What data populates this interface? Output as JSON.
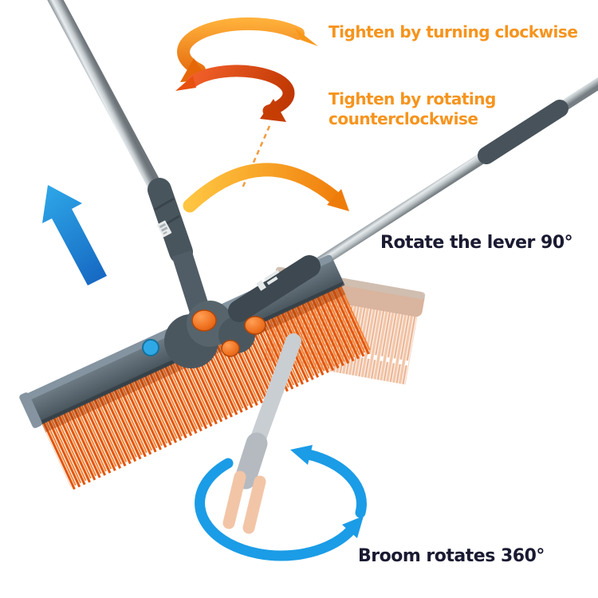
{
  "scene": {
    "type": "product-instruction-image",
    "subject": "rotating cleaning broom with telescopic handle",
    "background": "#ffffff"
  },
  "labels": {
    "tighten_clockwise": "Tighten by turning clockwise",
    "tighten_ccw_line1": "Tighten by rotating",
    "tighten_ccw_line2": "counterclockwise",
    "rotate_lever": "Rotate the lever 90°",
    "broom_rotates": "Broom rotates 360°"
  },
  "colors": {
    "accent_orange_text": "#F6941D",
    "dark_text": "#1A1A32",
    "swirl_orange": "#F59B26",
    "swirl_red": "#E04A0B",
    "curve_arrow_gradient": [
      "#FFC642",
      "#EF7B09"
    ],
    "straight_arrow_blue": [
      "#2EA7E8",
      "#1565C0"
    ],
    "rotation_arrow_blue": "#1B9CE6",
    "bristles": "#E2560C",
    "broom_body": "#4A565E",
    "ghost_peach": "#F3C4A4",
    "pole_silver": "#C3CACD"
  },
  "icons": {
    "clockwise_swirl_arrow": "3d ribbon loop arrow (orange)",
    "counterclockwise_swirl_arrow": "3d ribbon loop arrow (red)",
    "lever_90_arrow": "curved gradient arrow",
    "lift_arrow": "straight up-left blue arrow",
    "rotate_360_arrows": "elliptical rotation arrows"
  }
}
